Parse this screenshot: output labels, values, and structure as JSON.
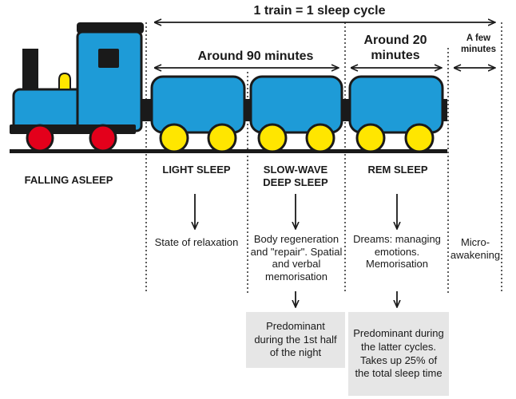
{
  "colors": {
    "train_body": "#1e9bd7",
    "wheels_yellow": "#ffe600",
    "wheels_red": "#e3001b",
    "dark": "#1a1a1a",
    "box_bg": "#e6e6e6"
  },
  "header": {
    "cycle_label": "1 train = 1 sleep cycle",
    "around_90": "Around 90 minutes",
    "around_20": "Around 20 minutes",
    "a_few_minutes": "A few minutes"
  },
  "stages": {
    "falling_asleep": "FALLING ASLEEP",
    "light_sleep": "LIGHT SLEEP",
    "slow_wave": "SLOW-WAVE DEEP SLEEP",
    "rem_sleep": "REM SLEEP"
  },
  "descriptions": {
    "light": "State of relaxation",
    "slow_wave": "Body regeneration and \"repair\". Spatial and verbal memorisation",
    "rem": "Dreams: managing emotions. Memorisation",
    "micro": "Micro-awakening"
  },
  "notes": {
    "slow_wave": "Predominant during the 1st half of the night",
    "rem": "Predominant during the latter cycles. Takes up 25% of the total sleep time"
  }
}
